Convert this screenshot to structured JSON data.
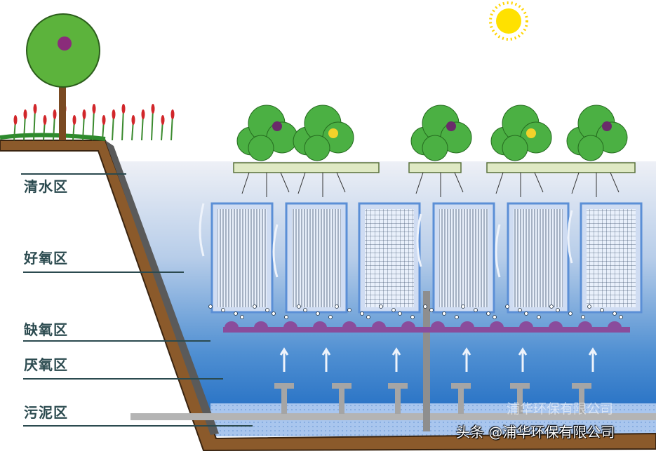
{
  "zones": [
    {
      "label": "清水区"
    },
    {
      "label": "好氧区"
    },
    {
      "label": "缺氧区"
    },
    {
      "label": "厌氧区"
    },
    {
      "label": "污泥区"
    }
  ],
  "watermark": {
    "text": "头条 @浦华环保有限公司",
    "faint_text": "浦华环保有限公司"
  },
  "colors": {
    "water_top": "#e8ecf4",
    "water_bottom": "#1c6fc4",
    "module_border": "#5b8fd6",
    "aerator": "#8a4c9c",
    "soil": "#8b5a2b",
    "pipe": "#9a9a9a",
    "label": "#2b4a4f"
  }
}
